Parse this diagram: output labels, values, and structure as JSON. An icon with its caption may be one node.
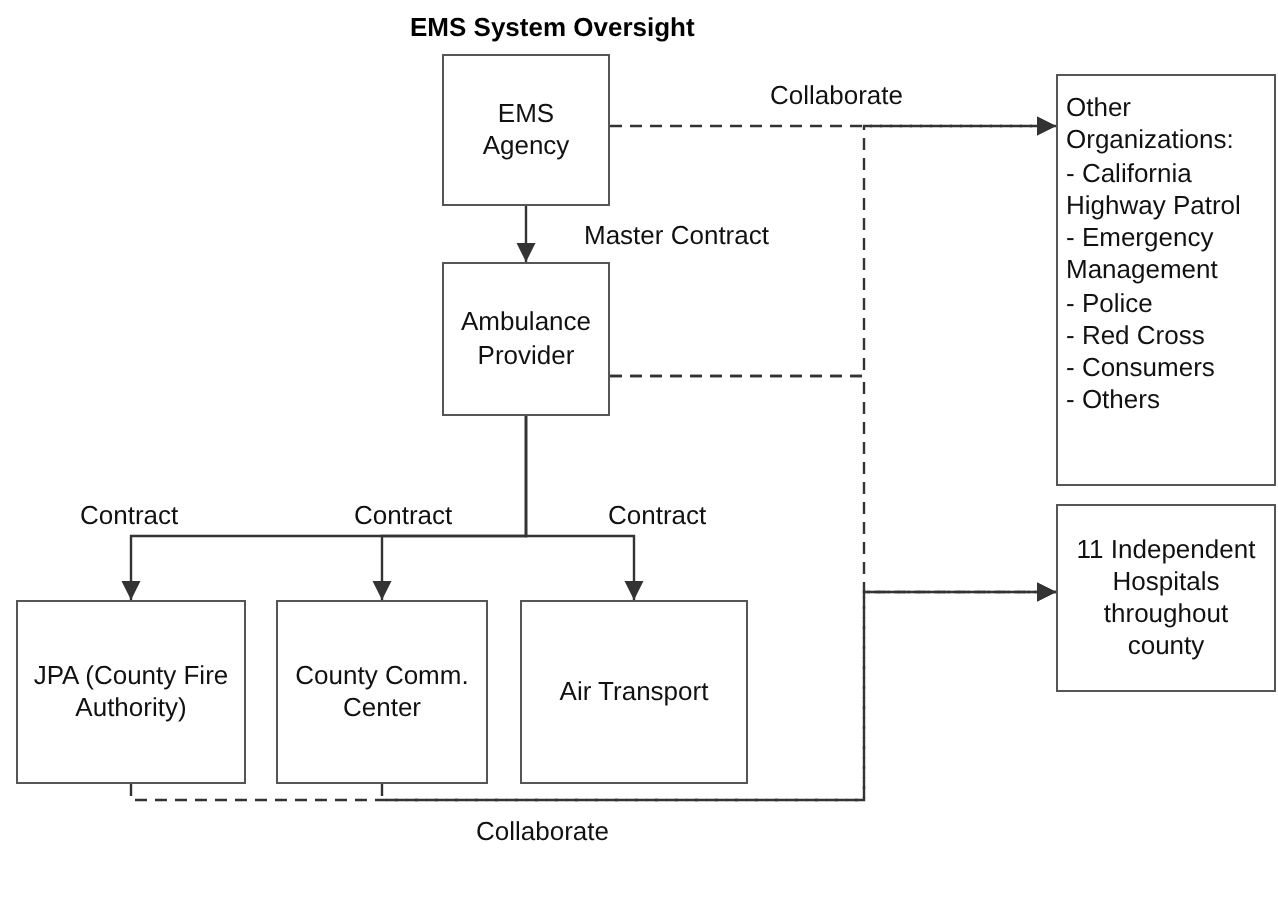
{
  "diagram": {
    "title": "EMS System Oversight",
    "nodes": [
      {
        "text": [
          "EMS Agency"
        ]
      },
      {
        "text": [
          "Ambulance Provider"
        ]
      },
      {
        "text": [
          "JPA (County Fire Authority)"
        ]
      },
      {
        "text": [
          "County Comm. Center"
        ]
      },
      {
        "text": [
          "Air Transport"
        ]
      },
      {
        "text": [
          "Other Organizations:",
          "- California Highway Patrol",
          "- Emergency Management",
          "- Police",
          "- Red Cross",
          "- Consumers",
          "- Others"
        ]
      },
      {
        "text": [
          "11 Independent Hospitals throughout county"
        ]
      }
    ],
    "edges": [
      {
        "from": 0,
        "to": 1,
        "arrow": "to",
        "label": "Master Contract"
      },
      {
        "from": 1,
        "to": 2,
        "arrow": "to",
        "label": "Contract"
      },
      {
        "from": 1,
        "to": 3,
        "arrow": "to",
        "label": "Contract"
      },
      {
        "from": 1,
        "to": 4,
        "arrow": "to",
        "label": "Contract"
      },
      {
        "from": 0,
        "to": 5,
        "arrow": "to",
        "style": "dashed",
        "label": "Collaborate"
      },
      {
        "from": 1,
        "to": 5,
        "arrow": "to",
        "style": "dashed"
      },
      {
        "from": 1,
        "to": 6,
        "arrow": "to",
        "style": "dashed"
      },
      {
        "from": 2,
        "to": 6,
        "arrow": "to",
        "style": "dashed",
        "label": "Collaborate"
      },
      {
        "from": 3,
        "to": 6,
        "arrow": "to",
        "style": "dashed"
      }
    ]
  }
}
